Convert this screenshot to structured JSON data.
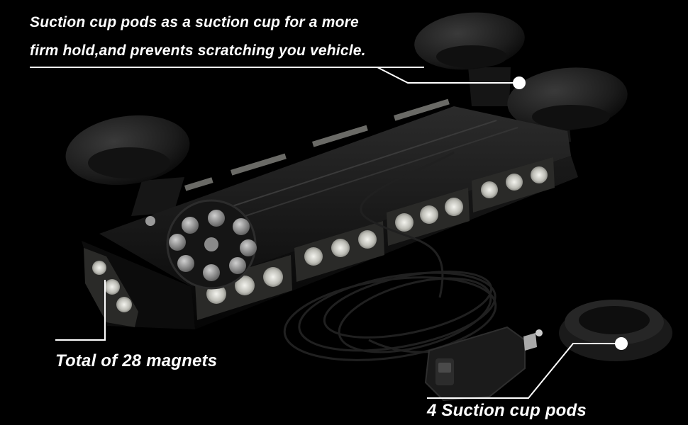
{
  "captions": {
    "top_line1": "Suction cup pods as a suction cup for a more",
    "top_line2": "firm hold,and prevents scratching you vehicle.",
    "magnets": "Total of 28 magnets",
    "pods": "4 Suction cup pods"
  },
  "colors": {
    "background": "#000000",
    "caption_text": "#ffffff",
    "leader_line": "#ffffff",
    "led_lens": "#d9d9d4"
  },
  "icons": {
    "callout_dot": "white-circle-marker"
  }
}
